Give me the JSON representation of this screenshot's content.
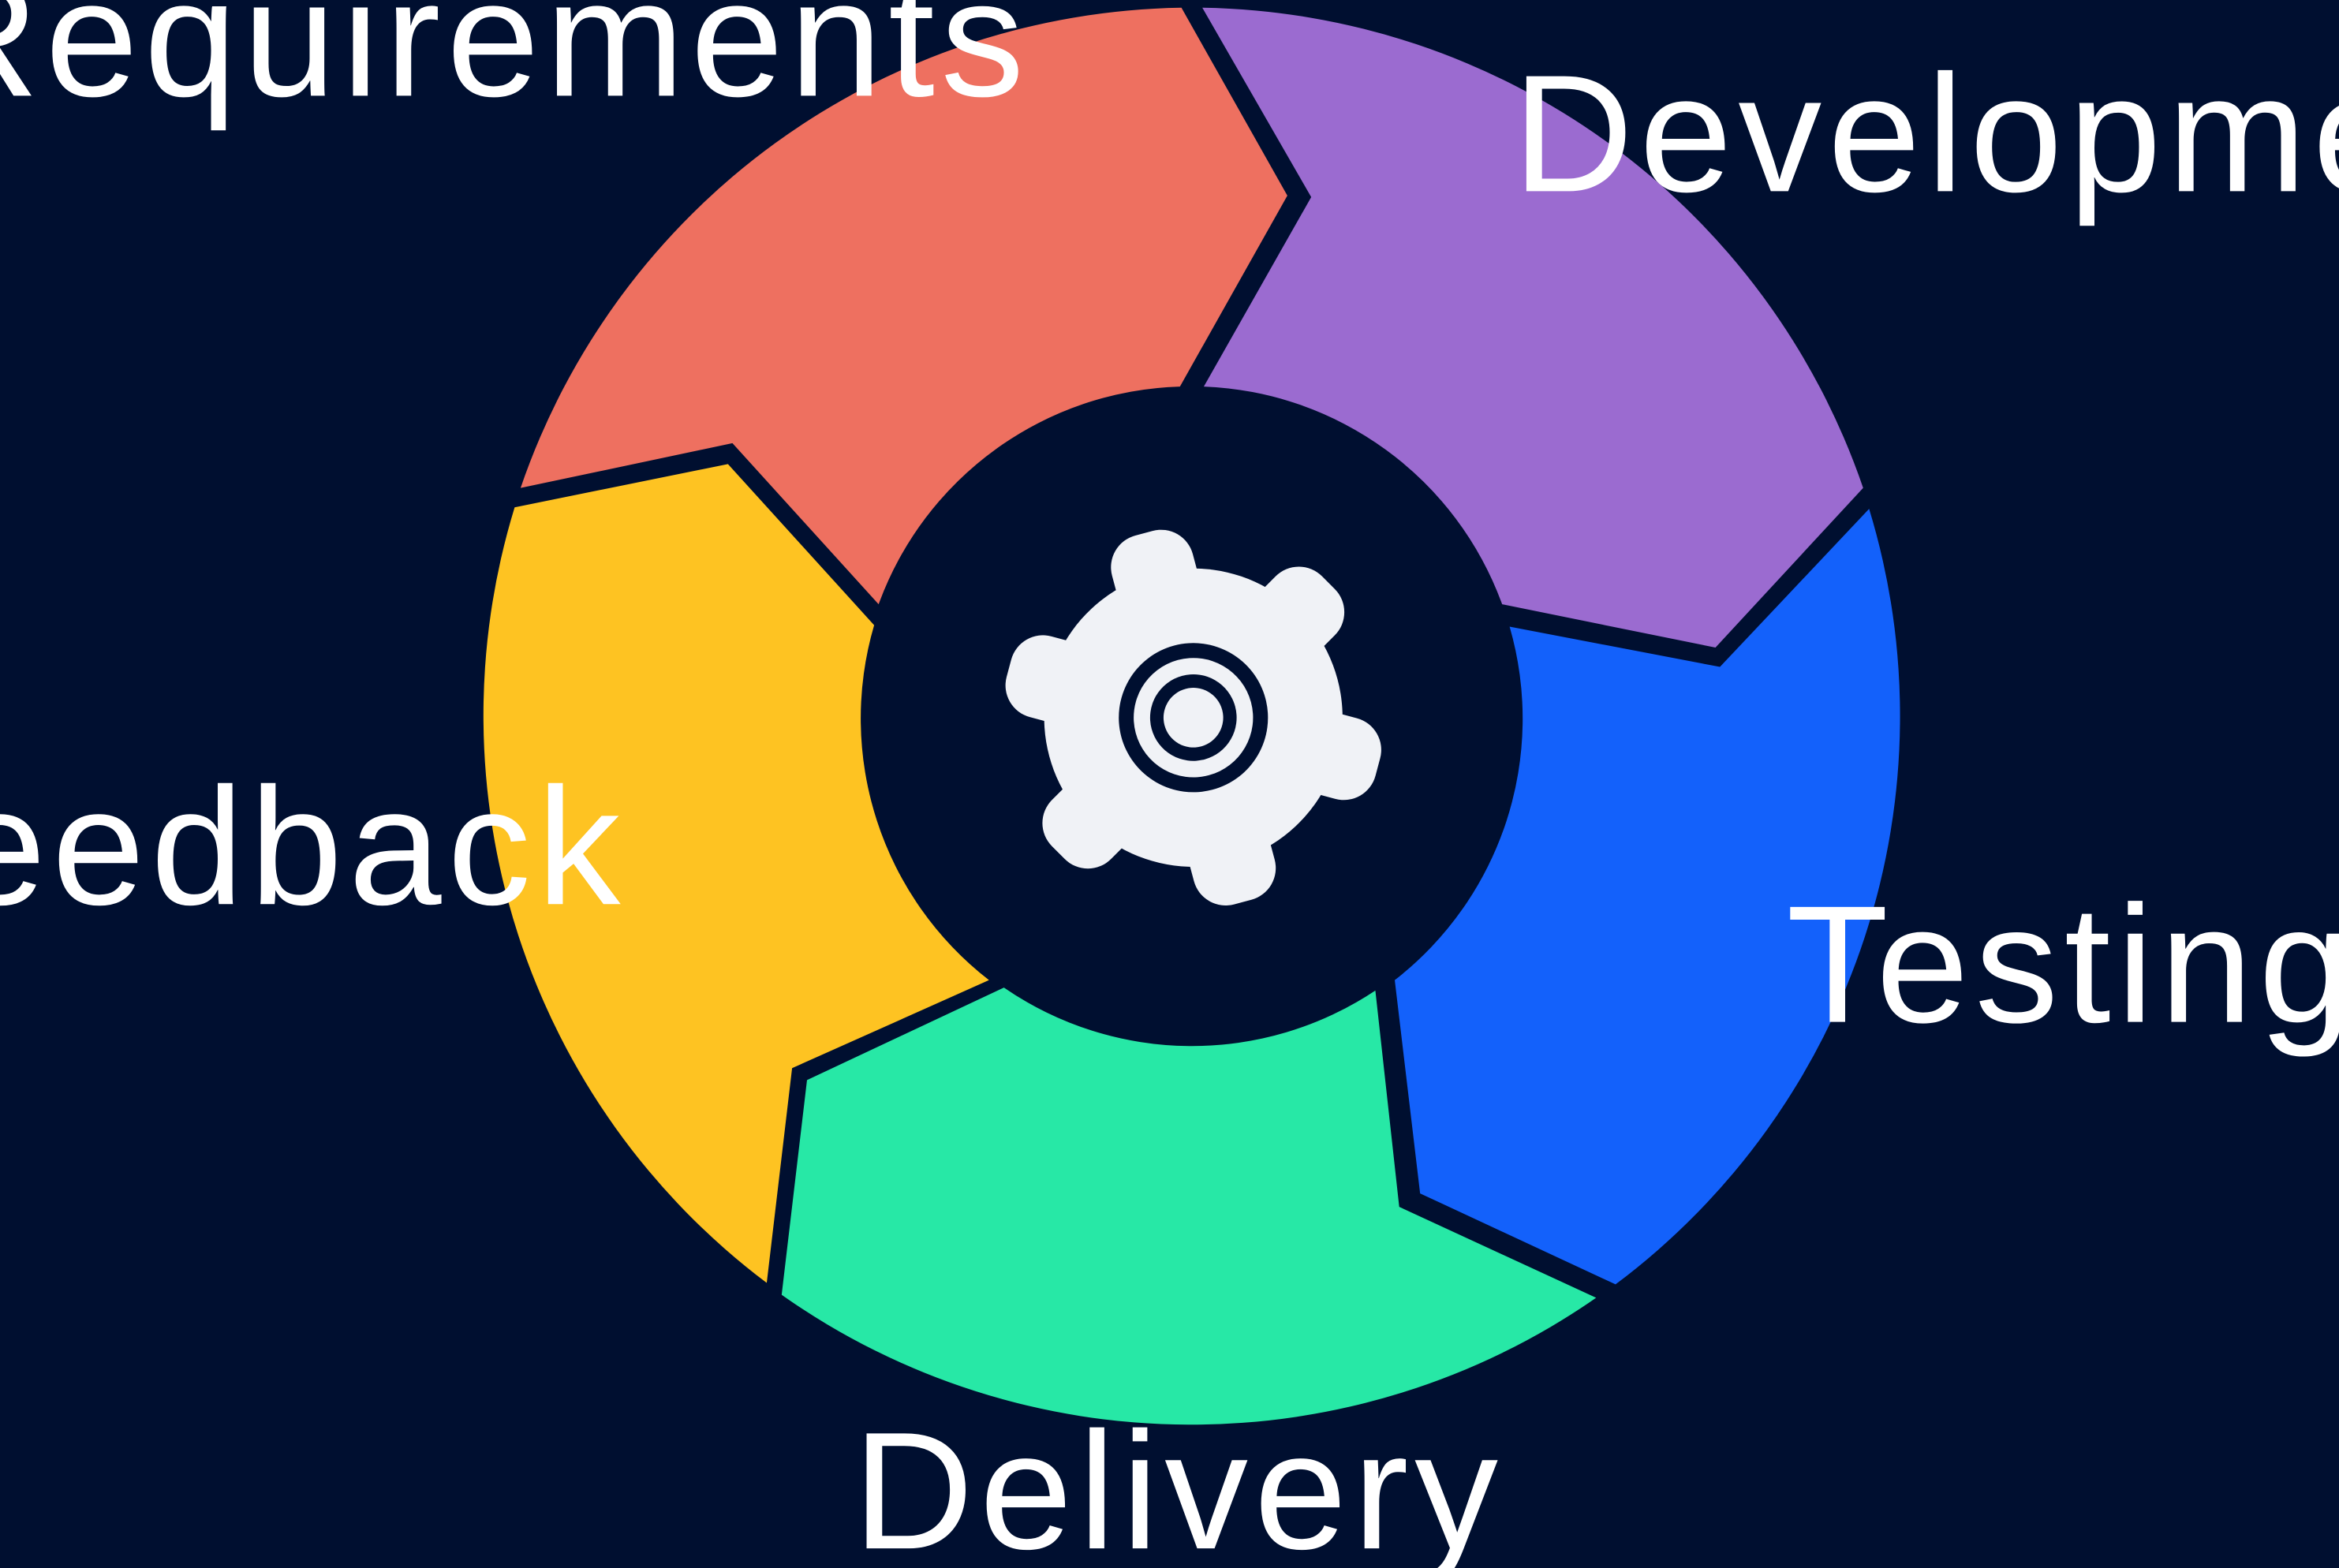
{
  "diagram": {
    "type": "cycle",
    "background_color": "#000f30",
    "stages": [
      {
        "id": "requirements",
        "label": "Requirements",
        "color": "#ee7060"
      },
      {
        "id": "development",
        "label": "Development",
        "color": "#9b6bd0"
      },
      {
        "id": "testing",
        "label": "Testing",
        "color": "#1361fb"
      },
      {
        "id": "delivery",
        "label": "Delivery",
        "color": "#27e8a6"
      },
      {
        "id": "feedback",
        "label": "Feedback",
        "color": "#fec322"
      }
    ],
    "center_icon": {
      "name": "gear-icon",
      "color": "#f0f2f6"
    }
  }
}
